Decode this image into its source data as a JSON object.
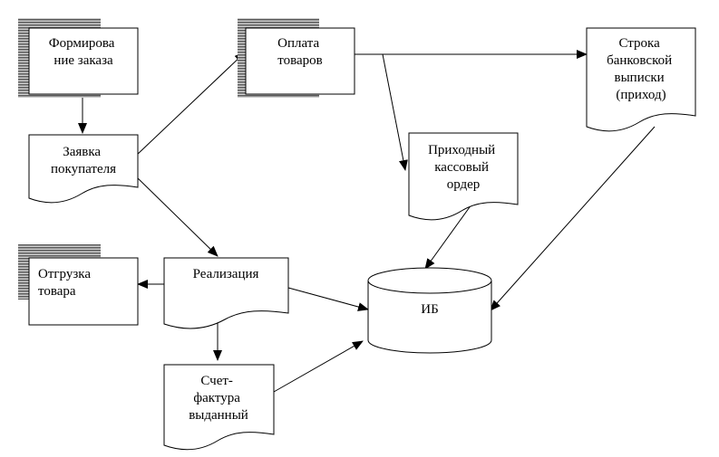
{
  "nodes": {
    "order_forming": {
      "lines": [
        "Формирова",
        "ние заказа"
      ]
    },
    "payment": {
      "lines": [
        "Оплата",
        "товаров"
      ]
    },
    "bank_statement": {
      "lines": [
        "Строка",
        "банковской",
        "выписки",
        "(приход)"
      ]
    },
    "customer_request": {
      "lines": [
        "Заявка",
        "покупателя"
      ]
    },
    "cash_receipt": {
      "lines": [
        "Приходный",
        "кассовый",
        "ордер"
      ]
    },
    "shipment": {
      "lines": [
        "Отгрузка",
        "товара"
      ]
    },
    "sales": {
      "lines": [
        "Реализация"
      ]
    },
    "database": {
      "lines": [
        "ИБ"
      ]
    },
    "invoice": {
      "lines": [
        "Счет-",
        "фактура",
        "выданный"
      ]
    }
  }
}
